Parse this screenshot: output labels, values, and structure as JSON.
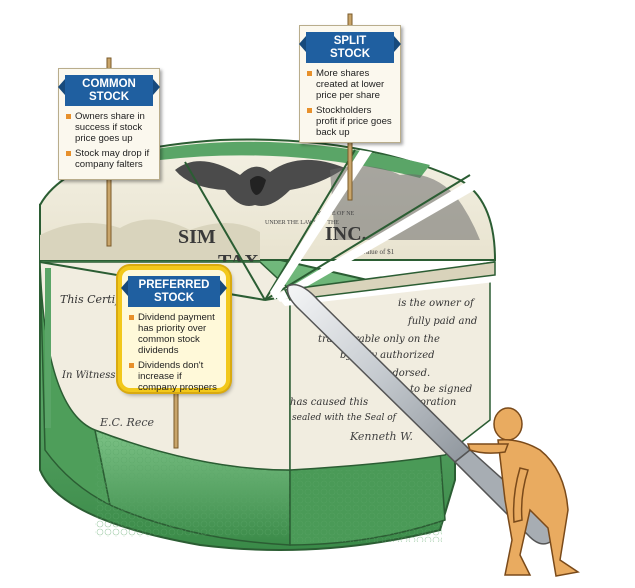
{
  "signs": {
    "common": {
      "title_line1": "COMMON",
      "title_line2": "STOCK",
      "bullets": [
        "Owners share in success if stock price goes up",
        "Stock may drop if company falters"
      ]
    },
    "split": {
      "title_line1": "SPLIT",
      "title_line2": "STOCK",
      "bullets": [
        "More shares created at lower price per share",
        "Stockholders profit if price goes back up"
      ]
    },
    "preferred": {
      "title_line1": "PREFERRED",
      "title_line2": "STOCK",
      "bullets": [
        "Dividend payment has priority over common stock dividends",
        "Dividends don't increase if company prospers"
      ]
    }
  },
  "certificate": {
    "company_fragment_1": "SIM",
    "company_fragment_2": "INC.",
    "company_fragment_3": "TAX",
    "state_line": "STATE OF NE",
    "laws_line": "UNDER THE LAWS OF THE",
    "par_line": "or value of $1",
    "script_line_1": "is the owner of",
    "script_line_2": "fully paid and",
    "script_line_3": "transferable only on the",
    "script_line_4": "by duly authorized",
    "script_line_5": "endorsed.",
    "script_line_6": "to be signed",
    "script_line_7": "Corporation",
    "script_line_8": "In Witness",
    "script_line_9": "This Certifies",
    "script_line_10": "has caused this",
    "script_line_11": "sealed with the Seal of",
    "signature": "E.C. Rece",
    "signature_2": "Kenneth W."
  },
  "colors": {
    "banner": "#1f5fa0",
    "bullet": "#e7902b",
    "preferred_frame": "#f2c81b",
    "cake_green": "#3f9a52",
    "figure": "#e9ab60"
  }
}
